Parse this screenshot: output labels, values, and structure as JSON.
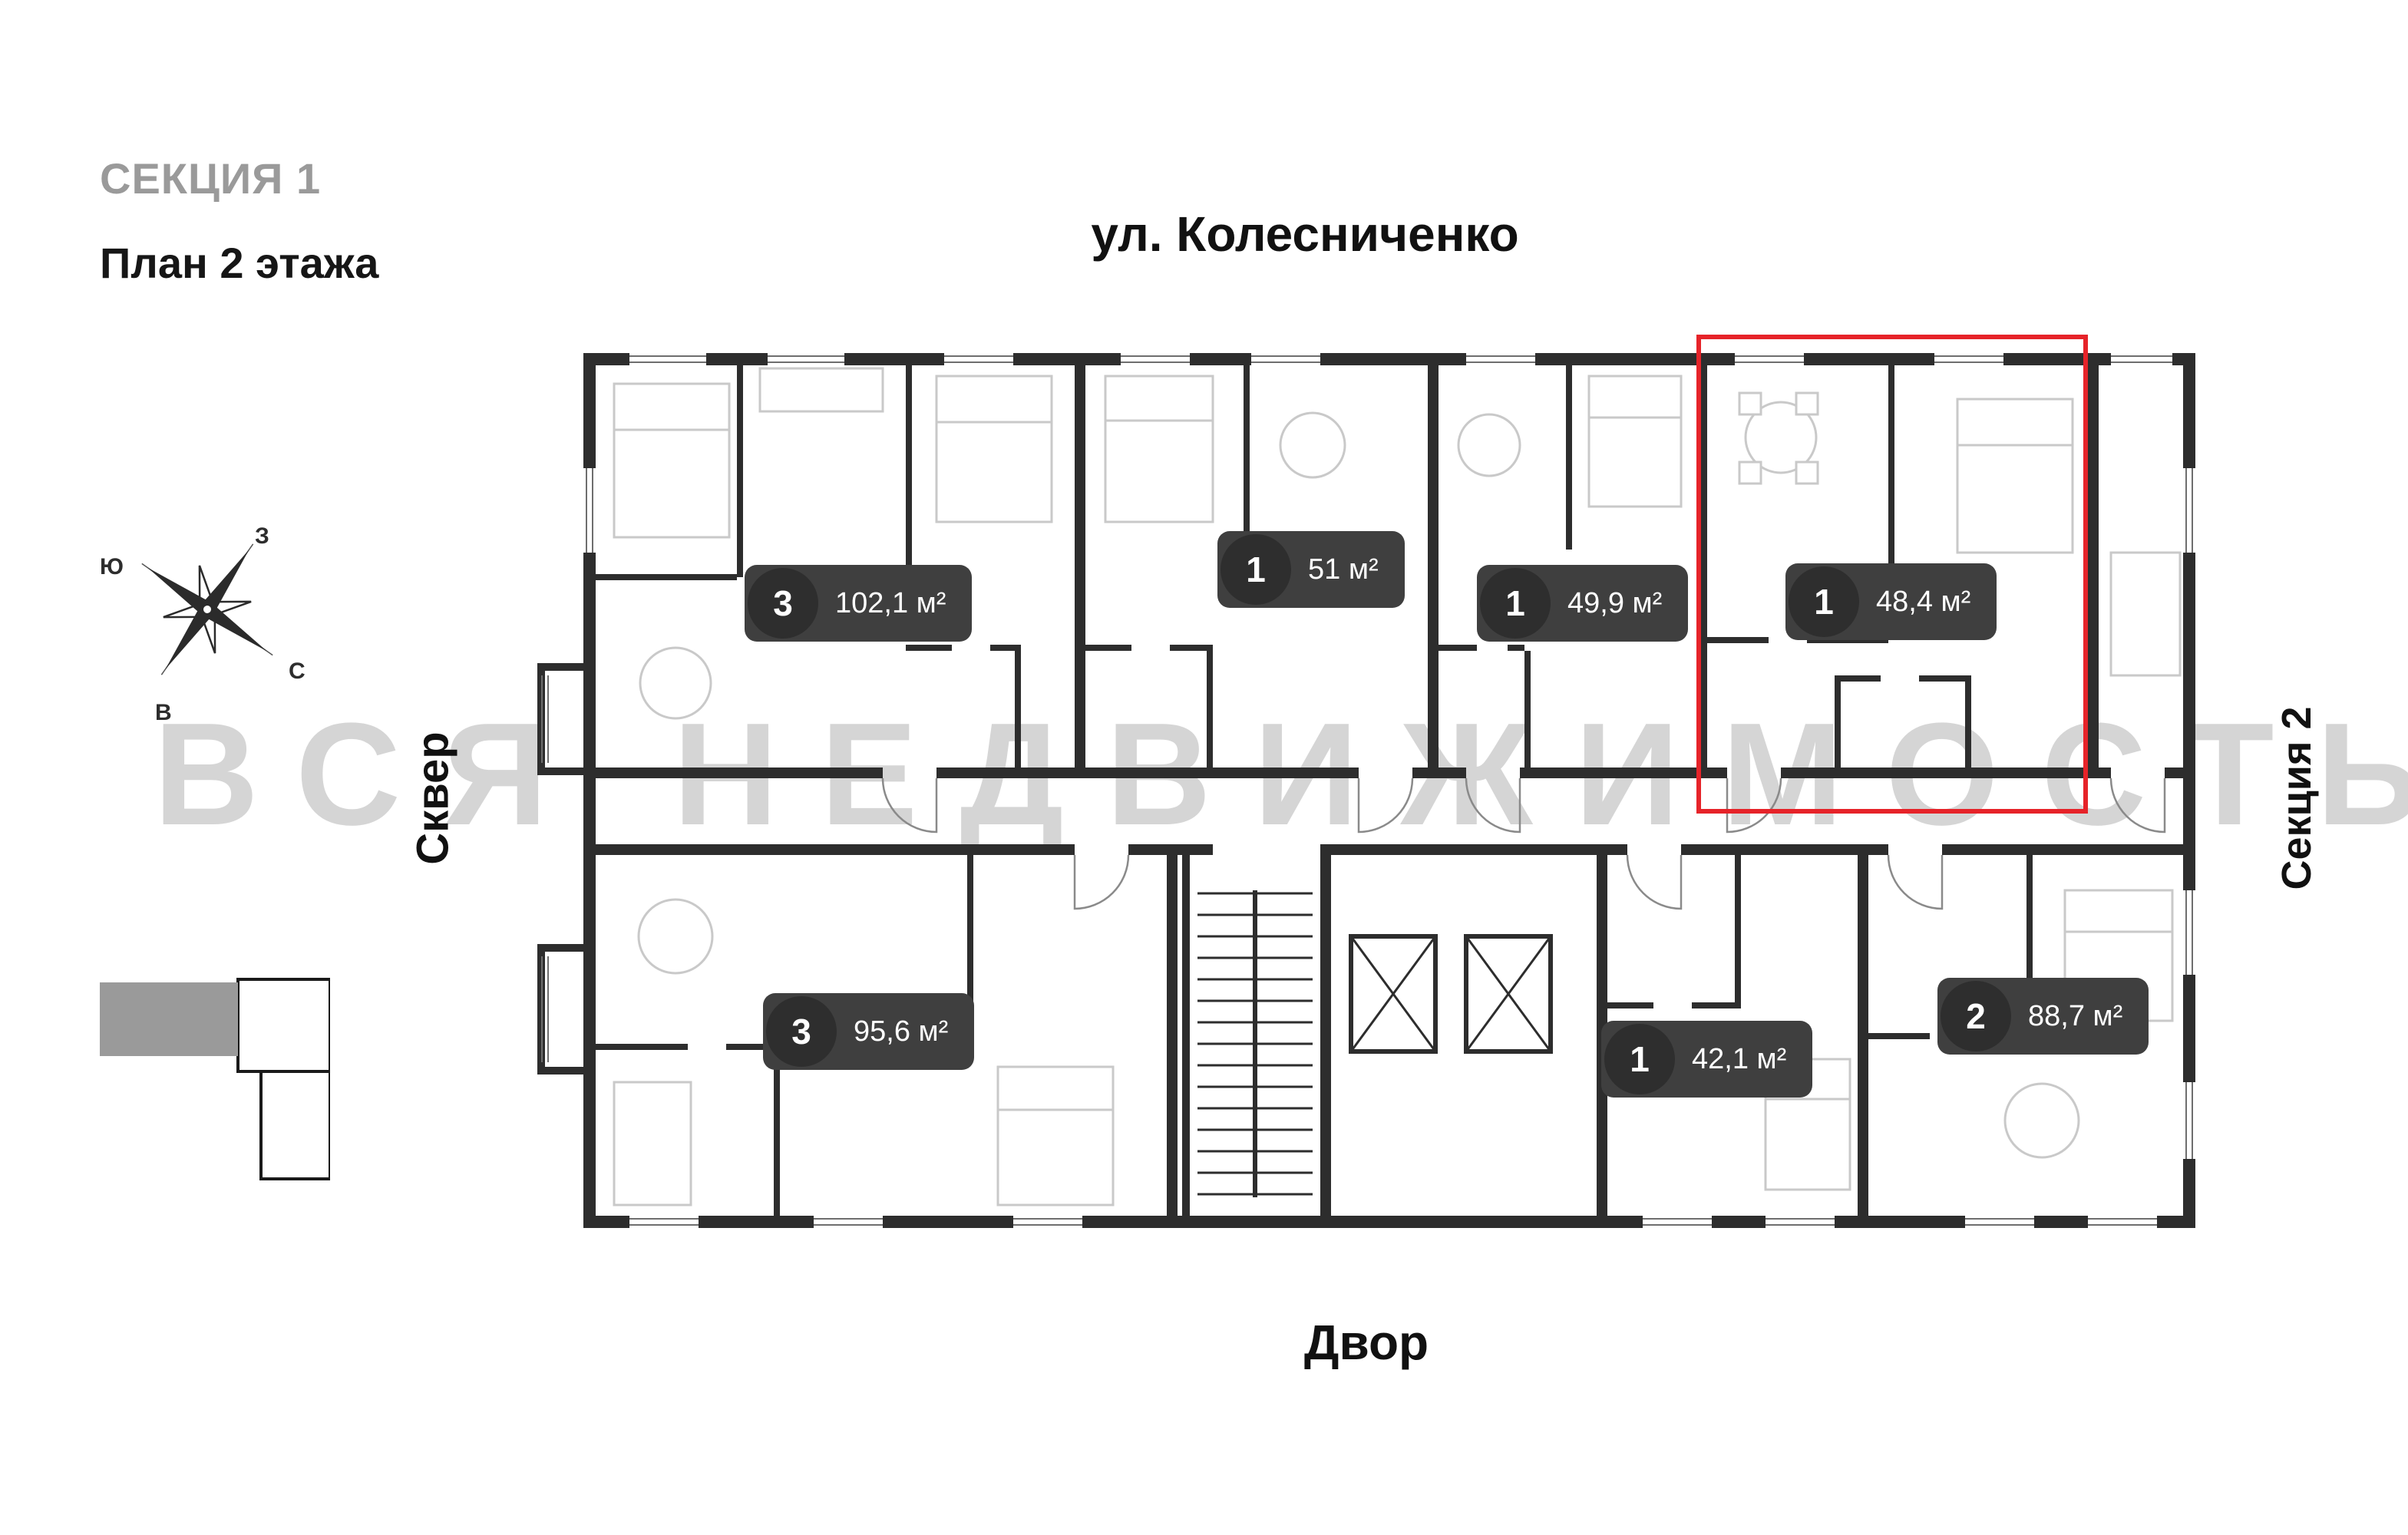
{
  "header": {
    "section_title": "СЕКЦИЯ 1",
    "floor_title": "План 2 этажа"
  },
  "labels": {
    "street": "ул. Колесниченко",
    "yard": "Двор",
    "park": "Сквер",
    "adjacent_section": "Секция 2"
  },
  "watermark": "ВСЯ НЕДВИЖИМОСТЬ",
  "compass": {
    "north": "С",
    "south": "Ю",
    "west": "З",
    "east": "В"
  },
  "apartments": [
    {
      "rooms": "3",
      "area": "102,1 м²",
      "highlighted": false
    },
    {
      "rooms": "1",
      "area": "51 м²",
      "highlighted": false
    },
    {
      "rooms": "1",
      "area": "49,9 м²",
      "highlighted": false
    },
    {
      "rooms": "1",
      "area": "48,4 м²",
      "highlighted": true
    },
    {
      "rooms": "3",
      "area": "95,6 м²",
      "highlighted": false
    },
    {
      "rooms": "1",
      "area": "42,1 м²",
      "highlighted": false
    },
    {
      "rooms": "2",
      "area": "88,7 м²",
      "highlighted": false
    }
  ],
  "colors": {
    "highlight": "#e62329",
    "wall": "#2d2d2d",
    "badge_bg": "#3f3f3f",
    "badge_circle": "#2e2e2e",
    "watermark": "#d5d5d5",
    "section_title": "#9a9a9a",
    "keyplan_fill": "#9a9a9a"
  }
}
